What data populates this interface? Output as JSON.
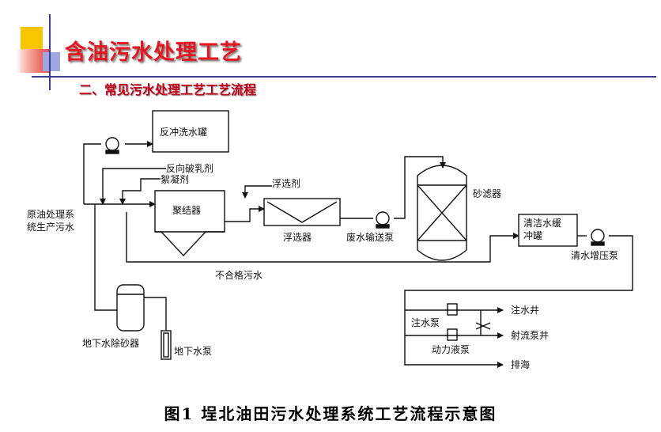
{
  "slide": {
    "title": "含油污水处理工艺",
    "subtitle": "二、常见污水处理工艺工艺流程",
    "caption": "图1 埕北油田污水处理系统工艺流程示意图",
    "colors": {
      "title": "#e8141e",
      "subtitle": "#c40016",
      "deco_yellow": "#f7c600",
      "deco_red": "#e03040",
      "deco_blue": "#3b3b8f"
    }
  },
  "diagram": {
    "labels": {
      "backwash_tank": "反冲洗水罐",
      "demulsifier": "反向破乳剂",
      "flocculant": "絮凝剂",
      "coalescer": "聚结器",
      "flotation_agent": "浮选剂",
      "flotation_unit": "浮选器",
      "wastewater_pump": "废水输送泵",
      "sand_filter": "砂滤器",
      "clean_buffer_line1": "清洁水缓",
      "clean_buffer_line2": "冲罐",
      "clean_booster_pump": "清水增压泵",
      "source_line1": "原油处理系",
      "source_line2": "统生产污水",
      "off_spec_water": "不合格污水",
      "injection_well": "注水井",
      "injection_pump": "注水泵",
      "jet_pump_well": "射流泵井",
      "power_fluid_pump": "动力液泵",
      "discharge_sea": "排海",
      "ground_desander": "地下水除砂器",
      "ground_pump": "地下水泵"
    }
  }
}
